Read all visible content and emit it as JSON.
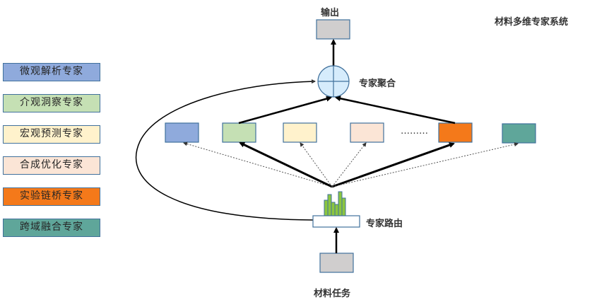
{
  "title": "材料多维专家系统",
  "legend": [
    {
      "label": "微观解析专家",
      "color": "#8faadc"
    },
    {
      "label": "介观洞察专家",
      "color": "#c5e0b4"
    },
    {
      "label": "宏观预测专家",
      "color": "#fff2cc"
    },
    {
      "label": "合成优化专家",
      "color": "#fbe5d6"
    },
    {
      "label": "实验链桥专家",
      "color": "#f4791a"
    },
    {
      "label": "跨域融合专家",
      "color": "#5fa69a"
    }
  ],
  "labels": {
    "output": "输出",
    "aggregation": "专家聚合",
    "routing": "专家路由",
    "task": "材料任务",
    "ellipsis": "………"
  },
  "experts": [
    {
      "name": "micro",
      "color": "#8faadc",
      "active": false
    },
    {
      "name": "meso",
      "color": "#c5e0b4",
      "active": true
    },
    {
      "name": "macro",
      "color": "#fff2cc",
      "active": false
    },
    {
      "name": "synthesis",
      "color": "#fbe5d6",
      "active": false
    },
    {
      "name": "experiment",
      "color": "#f4791a",
      "active": true
    },
    {
      "name": "cross-domain",
      "color": "#5fa69a",
      "active": false
    }
  ],
  "colors": {
    "border": "#41719c",
    "io_fill": "#d0cece",
    "aggregator_fill": "#d6ecfc",
    "router_bar": "#8cc63f"
  }
}
